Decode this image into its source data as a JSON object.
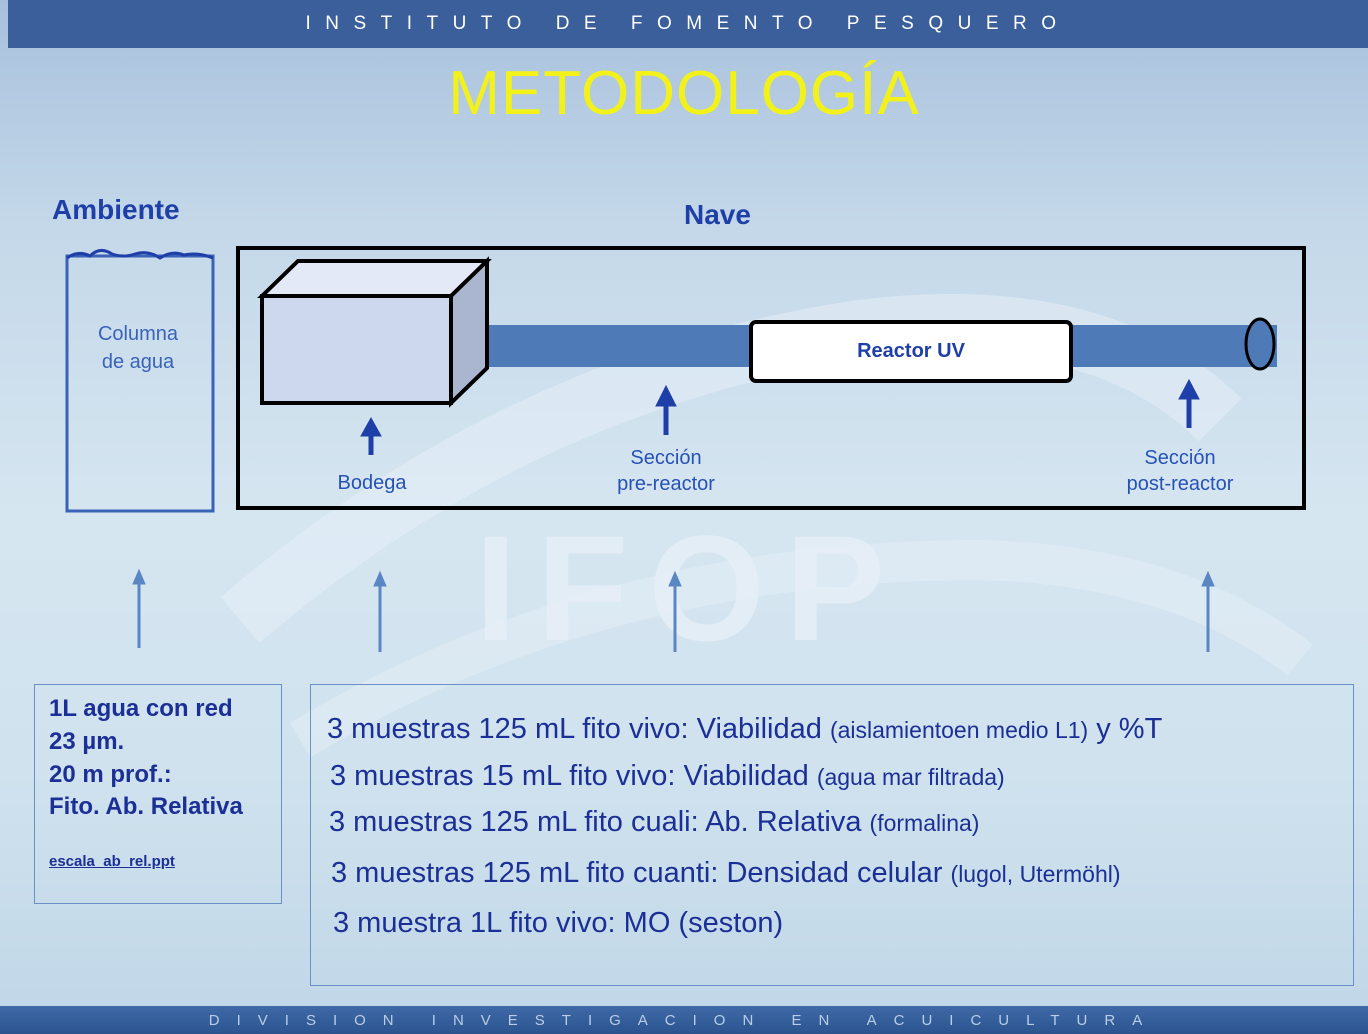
{
  "header": {
    "text": "INSTITUTO DE FOMENTO PESQUERO"
  },
  "footer": {
    "text": "DIVISION INVESTIGACION EN ACUICULTURA"
  },
  "title": "METODOLOGÍA",
  "watermark": "IFOP",
  "ambiente": {
    "label": "Ambiente",
    "water_column": [
      "Columna",
      "de agua"
    ]
  },
  "nave": {
    "label": "Nave",
    "reactor_label": "Reactor UV",
    "bodega_label": "Bodega",
    "pre_reactor": [
      "Sección",
      "pre-reactor"
    ],
    "post_reactor": [
      "Sección",
      "post-reactor"
    ]
  },
  "ambient_sample": {
    "lines": [
      "1L agua con red",
      "23 µm.",
      "20 m prof.:",
      "Fito. Ab. Relativa"
    ],
    "link": "escala_ab_rel.ppt"
  },
  "samples": [
    {
      "main": "3 muestras 125 mL fito vivo: Viabilidad ",
      "note": "(aislamientoen medio L1)",
      "tail": " y %T"
    },
    {
      "main": "3 muestras 15 mL fito vivo: Viabilidad ",
      "note": "(agua mar filtrada)",
      "tail": ""
    },
    {
      "main": "3 muestras 125 mL fito cuali: Ab. Relativa ",
      "note": "(formalina)",
      "tail": ""
    },
    {
      "main": "3 muestras 125 mL fito cuanti: Densidad celular ",
      "note": "(lugol, Utermöhl)",
      "tail": ""
    },
    {
      "main": "3 muestra 1L fito vivo: MO (seston)",
      "note": "",
      "tail": ""
    }
  ],
  "colors": {
    "header_bar": "#3b5f9a",
    "title": "#f2f21a",
    "label_blue": "#1f3fa8",
    "pipe": "#4f7ab8",
    "box_face": "#cdd8ef",
    "arrow_light": "#5b86c4"
  }
}
